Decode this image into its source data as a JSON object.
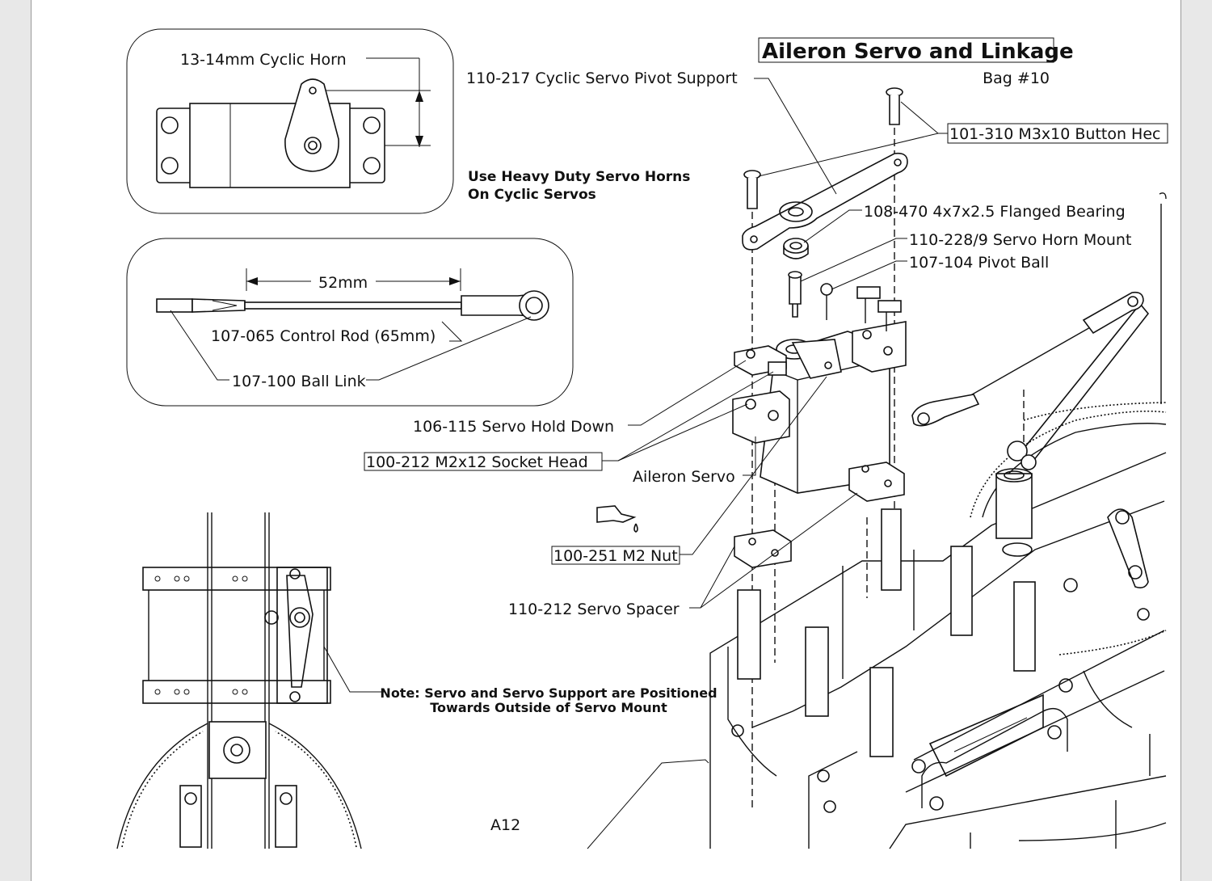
{
  "title": "Aileron Servo and Linkage",
  "bag": "Bag #10",
  "page_number": "A12",
  "callouts": {
    "cyclic_horn": "13-14mm Cyclic Horn",
    "heavy_duty_1": "Use Heavy Duty Servo Horns",
    "heavy_duty_2": "On Cyclic Servos",
    "rod_length": "52mm",
    "control_rod": "107-065 Control Rod (65mm)",
    "ball_link": "107-100 Ball Link",
    "pivot_support": "110-217 Cyclic Servo Pivot Support",
    "button_head": "101-310 M3x10 Button Hec",
    "flanged_bearing": "108-470 4x7x2.5 Flanged Bearing",
    "horn_mount": "110-228/9 Servo Horn Mount",
    "pivot_ball": "107-104 Pivot Ball",
    "hold_down": "106-115 Servo Hold Down",
    "socket_head": "100-212 M2x12 Socket Head",
    "aileron_servo": "Aileron Servo",
    "m2_nut": "100-251 M2 Nut",
    "servo_spacer": "110-212 Servo Spacer",
    "note_1": "Note: Servo and Servo Support are Positioned",
    "note_2": "Towards Outside of Servo Mount"
  }
}
